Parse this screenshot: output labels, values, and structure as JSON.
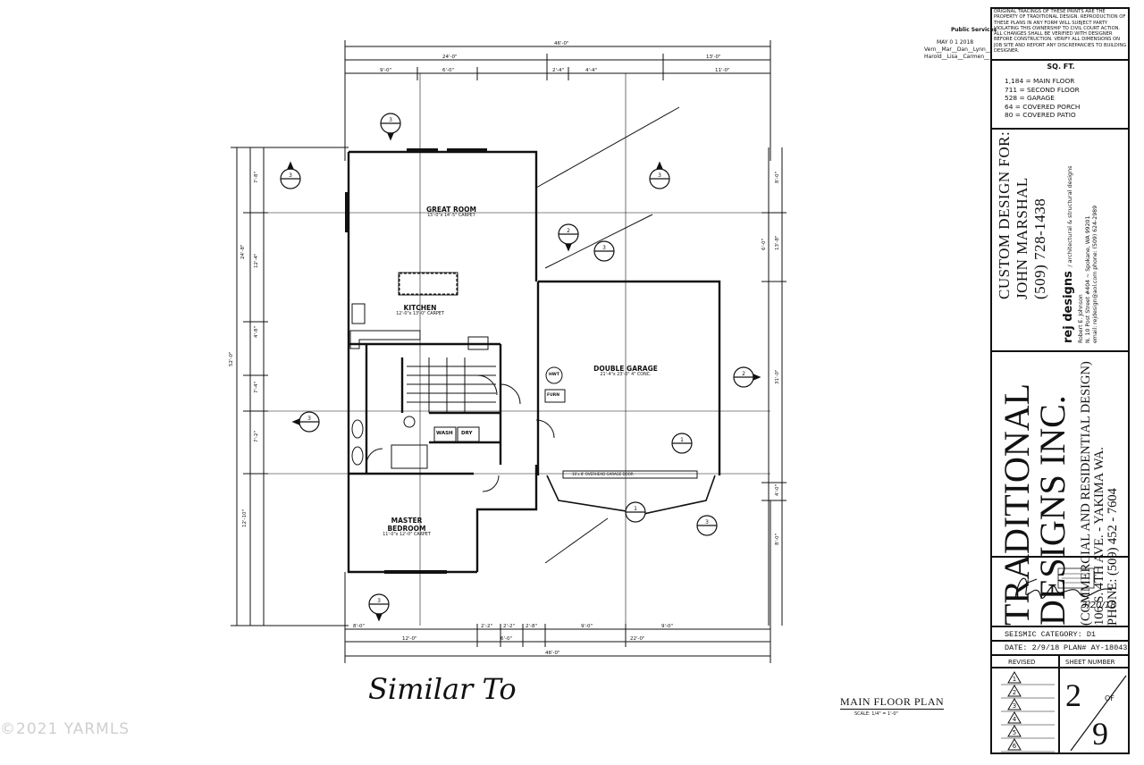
{
  "stamp": {
    "label": "Public Services",
    "date": "MAY 0 1 2018",
    "line1": "Vern__Mar__Dan__Lynn__",
    "line2": "Harold__Lisa__Carmen__"
  },
  "title_block": {
    "copyright_notice": "ORIGINAL TRACINGS OF THESE PRINTS ARE THE PROPERTY OF TRADITIONAL DESIGN. REPRODUCTION OF THESE PLANS IN ANY FORM WILL SUBJECT PARTY VIOLATING THIS OWNERSHIP TO CIVIL COURT ACTION. ALL CHANGES SHALL BE VERIFIED WITH DESIGNER BEFORE CONSTRUCTION. VERIFY ALL DIMENSIONS ON JOB SITE AND REPORT ANY DISCREPANCIES TO BUILDING DESIGNER.",
    "sqft_title": "SQ. FT.",
    "sqft_items": [
      "1,184 = MAIN FLOOR",
      "711 = SECOND FLOOR",
      "528 = GARAGE",
      "64 = COVERED PORCH",
      "80 = COVERED PATIO"
    ],
    "custom_design_label": "CUSTOM DESIGN FOR:",
    "client_name": "JOHN MARSHAL",
    "client_phone": "(509) 728-1438",
    "rej_name": "rej designs",
    "rej_tagline": "/ architectural & structural designs",
    "rej_details": [
      "Robert E. Johnson",
      "N. 10 Post Street #404 ~ Spokane, WA 99201",
      "email: rejdesign@aol.com   phone: (509) 624-2989"
    ],
    "firm_line1": "TRADITIONAL",
    "firm_line2": "DESIGNS INC.",
    "firm_tagline": "(COMMERCIAL AND RESIDENTIAL DESIGN)",
    "firm_address": "106 S. 4TH AVE. - YAKIMA WA.",
    "firm_phone": "PHONE: (509) 452 - 7604",
    "signature_date": "3/20/18",
    "seismic": "SEISMIC CATEGORY:   D1",
    "date": "DATE: 2/9/18",
    "plan_no": "PLAN# AY-18043",
    "revised_label": "REVISED",
    "sheet_number_label": "SHEET NUMBER",
    "revisions": [
      "1",
      "2",
      "3",
      "4",
      "5",
      "6"
    ],
    "sheet": "2",
    "sheet_of": "OF",
    "sheet_total": "9"
  },
  "plan": {
    "rooms": {
      "great_room": {
        "name": "GREAT ROOM",
        "detail": "15'-0\"x 14'-5\" CARPET"
      },
      "kitchen": {
        "name": "KITCHEN",
        "detail": "12'-0\"x 13'-0\" CARPET"
      },
      "double_garage": {
        "name": "DOUBLE GARAGE",
        "detail": "21'-4\"x 23'-0\" 4\" CONC."
      },
      "master_bedroom": {
        "name": "MASTER BEDROOM",
        "detail": "11'-0\"x 12'-0\" CARPET"
      },
      "wash": "WASH",
      "dry": "DRY",
      "garage_door": "16'x 8' OVERHEAD GARAGE DOOR",
      "hwt": "HWT",
      "furn": "FURN"
    },
    "dims_top": [
      "46'-0\"",
      "24'-0\"",
      "9'-0\"",
      "13'-0\"",
      "11'-0\"",
      "6'-0\"",
      "2'-4\"",
      "4'-4\""
    ],
    "dims_bottom": [
      "8'-0\"",
      "2'-2\"",
      "2'-2\"",
      "2'-8\"",
      "9'-0\"",
      "9'-0\"",
      "12'-0\"",
      "6'-0\"",
      "22'-0\"",
      "46'-0\""
    ],
    "dims_left": [
      "7'-8\"",
      "24'-8\"",
      "12'-4\"",
      "4'-8\"",
      "52'-0\"",
      "7'-4\"",
      "7'-2\"",
      "12'-10\""
    ],
    "dims_right": [
      "8'-0\"",
      "13'-8\"",
      "6'-0\"",
      "31'-0\"",
      "4'-0\"",
      "8'-0\""
    ],
    "section_marks": [
      "3",
      "3",
      "2",
      "3",
      "3",
      "2",
      "3",
      "1",
      "1",
      "3",
      "3"
    ]
  },
  "handwritten_note": "Similar To",
  "plan_title": "MAIN FLOOR PLAN",
  "plan_scale": "SCALE: 1/4\" = 1'-0\"",
  "watermark": "©2021 YARMLS"
}
